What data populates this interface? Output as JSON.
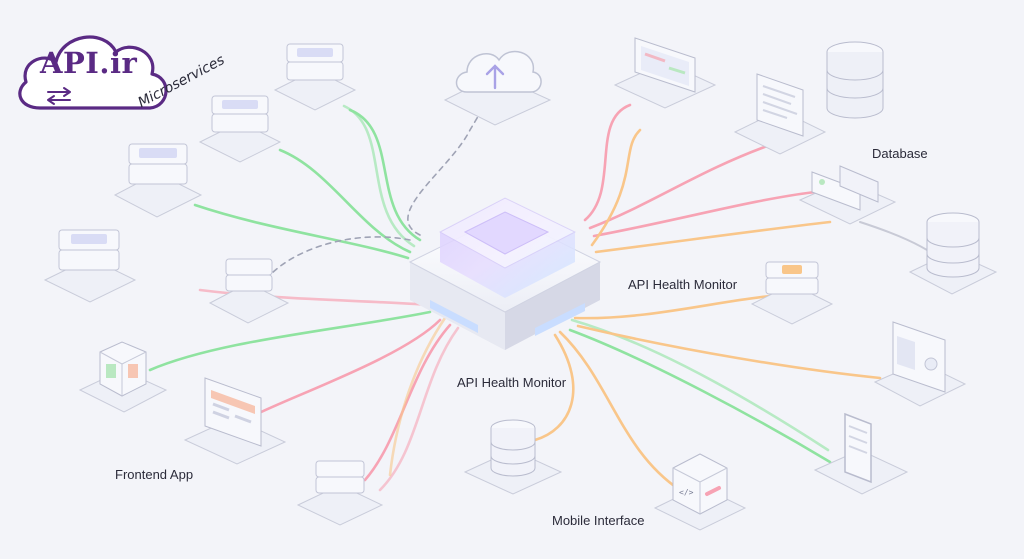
{
  "logo": {
    "text": "API.ir",
    "icon": "cloud-sync-icon",
    "color": "#5a2a84"
  },
  "labels": {
    "microservices": "Microservices",
    "database": "Database",
    "hub_right": "API Health Monitor",
    "hub_below": "API Health Monitor",
    "frontend": "Frontend App",
    "mobile": "Mobile Interface"
  },
  "colors": {
    "green": "#8fe3a0",
    "pink": "#f7a3b4",
    "orange": "#f9c68a",
    "gray": "#c8cad6",
    "hub_accent": "#c9b8ff",
    "brand": "#5a2a84"
  }
}
